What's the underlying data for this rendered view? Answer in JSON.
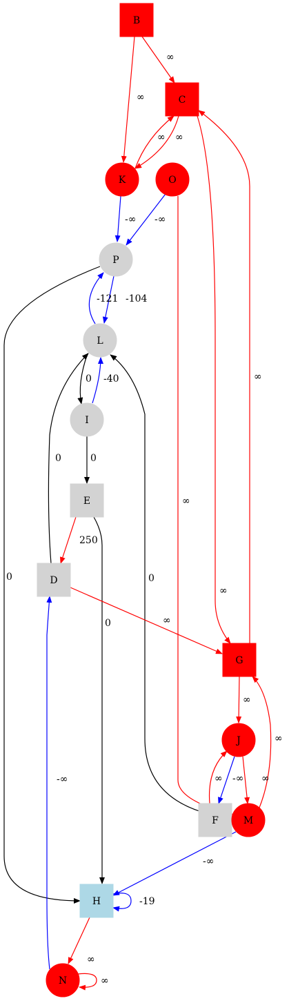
{
  "colors": {
    "red": "#ff0000",
    "blue": "#0000ff",
    "black": "#000000",
    "gray": "#d3d3d3",
    "lightblue": "#add8e6"
  },
  "nodes": [
    {
      "id": "B",
      "label": "B",
      "shape": "box",
      "fill": "red"
    },
    {
      "id": "C",
      "label": "C",
      "shape": "box",
      "fill": "red"
    },
    {
      "id": "K",
      "label": "K",
      "shape": "circle",
      "fill": "red"
    },
    {
      "id": "O",
      "label": "O",
      "shape": "circle",
      "fill": "red"
    },
    {
      "id": "P",
      "label": "P",
      "shape": "circle",
      "fill": "gray"
    },
    {
      "id": "L",
      "label": "L",
      "shape": "circle",
      "fill": "gray"
    },
    {
      "id": "I",
      "label": "I",
      "shape": "circle",
      "fill": "gray"
    },
    {
      "id": "E",
      "label": "E",
      "shape": "box",
      "fill": "gray"
    },
    {
      "id": "D",
      "label": "D",
      "shape": "box",
      "fill": "gray"
    },
    {
      "id": "G",
      "label": "G",
      "shape": "box",
      "fill": "red"
    },
    {
      "id": "J",
      "label": "J",
      "shape": "circle",
      "fill": "red"
    },
    {
      "id": "F",
      "label": "F",
      "shape": "box",
      "fill": "gray"
    },
    {
      "id": "M",
      "label": "M",
      "shape": "circle",
      "fill": "red"
    },
    {
      "id": "H",
      "label": "H",
      "shape": "box",
      "fill": "lightblue"
    },
    {
      "id": "N",
      "label": "N",
      "shape": "circle",
      "fill": "red"
    }
  ],
  "edges": [
    {
      "id": "B-C",
      "from": "B",
      "to": "C",
      "label": "∞",
      "color": "red"
    },
    {
      "id": "B-K",
      "from": "B",
      "to": "K",
      "label": "∞",
      "color": "red"
    },
    {
      "id": "C-K",
      "from": "C",
      "to": "K",
      "label": "∞",
      "color": "red"
    },
    {
      "id": "K-C",
      "from": "K",
      "to": "C",
      "label": "∞",
      "color": "red"
    },
    {
      "id": "C-G",
      "from": "C",
      "to": "G",
      "label": "∞",
      "color": "red"
    },
    {
      "id": "G-C",
      "from": "G",
      "to": "C",
      "label": "∞",
      "color": "red"
    },
    {
      "id": "K-P",
      "from": "K",
      "to": "P",
      "label": "-∞",
      "color": "blue"
    },
    {
      "id": "O-P",
      "from": "O",
      "to": "P",
      "label": "-∞",
      "color": "blue"
    },
    {
      "id": "O-M",
      "from": "O",
      "to": "M",
      "label": "∞",
      "color": "red"
    },
    {
      "id": "P-L",
      "from": "P",
      "to": "L",
      "label": "-104",
      "color": "blue"
    },
    {
      "id": "L-P",
      "from": "L",
      "to": "P",
      "label": "-121",
      "color": "blue"
    },
    {
      "id": "P-H",
      "from": "P",
      "to": "H",
      "label": "0",
      "color": "black"
    },
    {
      "id": "L-I",
      "from": "L",
      "to": "I",
      "label": "0",
      "color": "black"
    },
    {
      "id": "I-L",
      "from": "I",
      "to": "L",
      "label": "-40",
      "color": "blue"
    },
    {
      "id": "I-E",
      "from": "I",
      "to": "E",
      "label": "0",
      "color": "black"
    },
    {
      "id": "E-D",
      "from": "E",
      "to": "D",
      "label": "250",
      "color": "red"
    },
    {
      "id": "E-H",
      "from": "E",
      "to": "H",
      "label": "0",
      "color": "black"
    },
    {
      "id": "D-L",
      "from": "D",
      "to": "L",
      "label": "0",
      "color": "black"
    },
    {
      "id": "F-L",
      "from": "F",
      "to": "L",
      "label": "0",
      "color": "black"
    },
    {
      "id": "D-G",
      "from": "D",
      "to": "G",
      "label": "∞",
      "color": "red"
    },
    {
      "id": "G-J",
      "from": "G",
      "to": "J",
      "label": "∞",
      "color": "red"
    },
    {
      "id": "M-G",
      "from": "M",
      "to": "G",
      "label": "∞",
      "color": "red"
    },
    {
      "id": "J-F",
      "from": "J",
      "to": "F",
      "label": "-∞",
      "color": "blue"
    },
    {
      "id": "F-J",
      "from": "F",
      "to": "J",
      "label": "∞",
      "color": "red"
    },
    {
      "id": "J-M",
      "from": "J",
      "to": "M",
      "label": "∞",
      "color": "red"
    },
    {
      "id": "M-H",
      "from": "M",
      "to": "H",
      "label": "-∞",
      "color": "blue"
    },
    {
      "id": "H-H",
      "from": "H",
      "to": "H",
      "label": "-19",
      "color": "blue"
    },
    {
      "id": "H-N",
      "from": "H",
      "to": "N",
      "label": "∞",
      "color": "red"
    },
    {
      "id": "N-D",
      "from": "N",
      "to": "D",
      "label": "-∞",
      "color": "blue"
    },
    {
      "id": "N-N",
      "from": "N",
      "to": "N",
      "label": "∞",
      "color": "red"
    }
  ]
}
